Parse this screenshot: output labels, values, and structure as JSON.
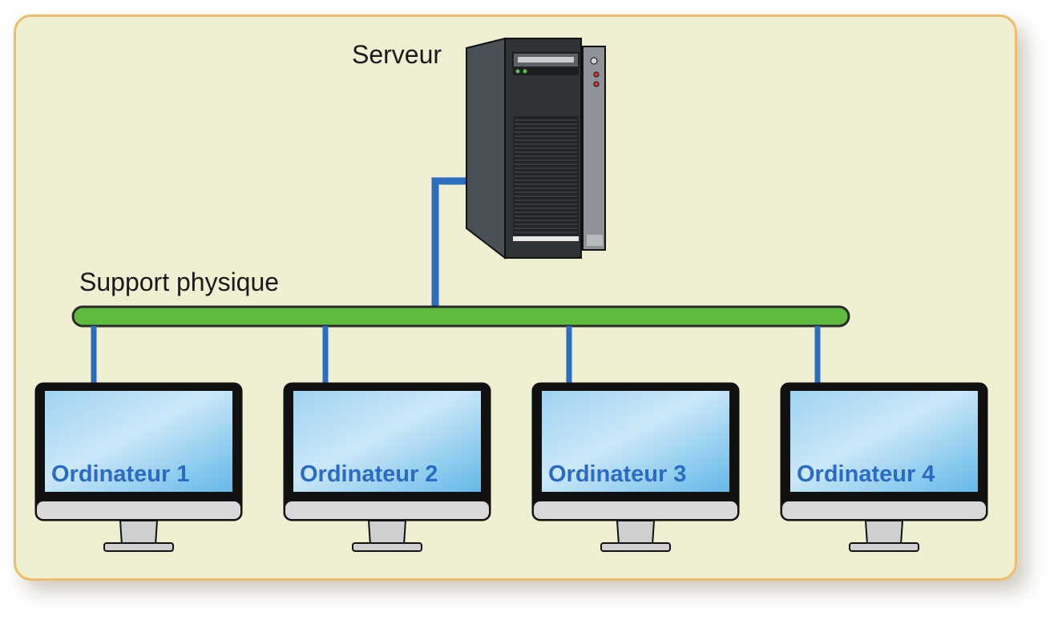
{
  "colors": {
    "background": "#efefd1",
    "border": "#eebd6c",
    "bus": "#5dbb3e",
    "bus_outline": "#2a2a2a",
    "link": "#2b6dc1",
    "screen_text": "#2a6cc4"
  },
  "server": {
    "label": "Serveur",
    "icon": "tower-server-icon"
  },
  "bus": {
    "label": "Support physique"
  },
  "computers": [
    {
      "label": "Ordinateur 1",
      "icon": "monitor-icon"
    },
    {
      "label": "Ordinateur 2",
      "icon": "monitor-icon"
    },
    {
      "label": "Ordinateur 3",
      "icon": "monitor-icon"
    },
    {
      "label": "Ordinateur 4",
      "icon": "monitor-icon"
    }
  ]
}
